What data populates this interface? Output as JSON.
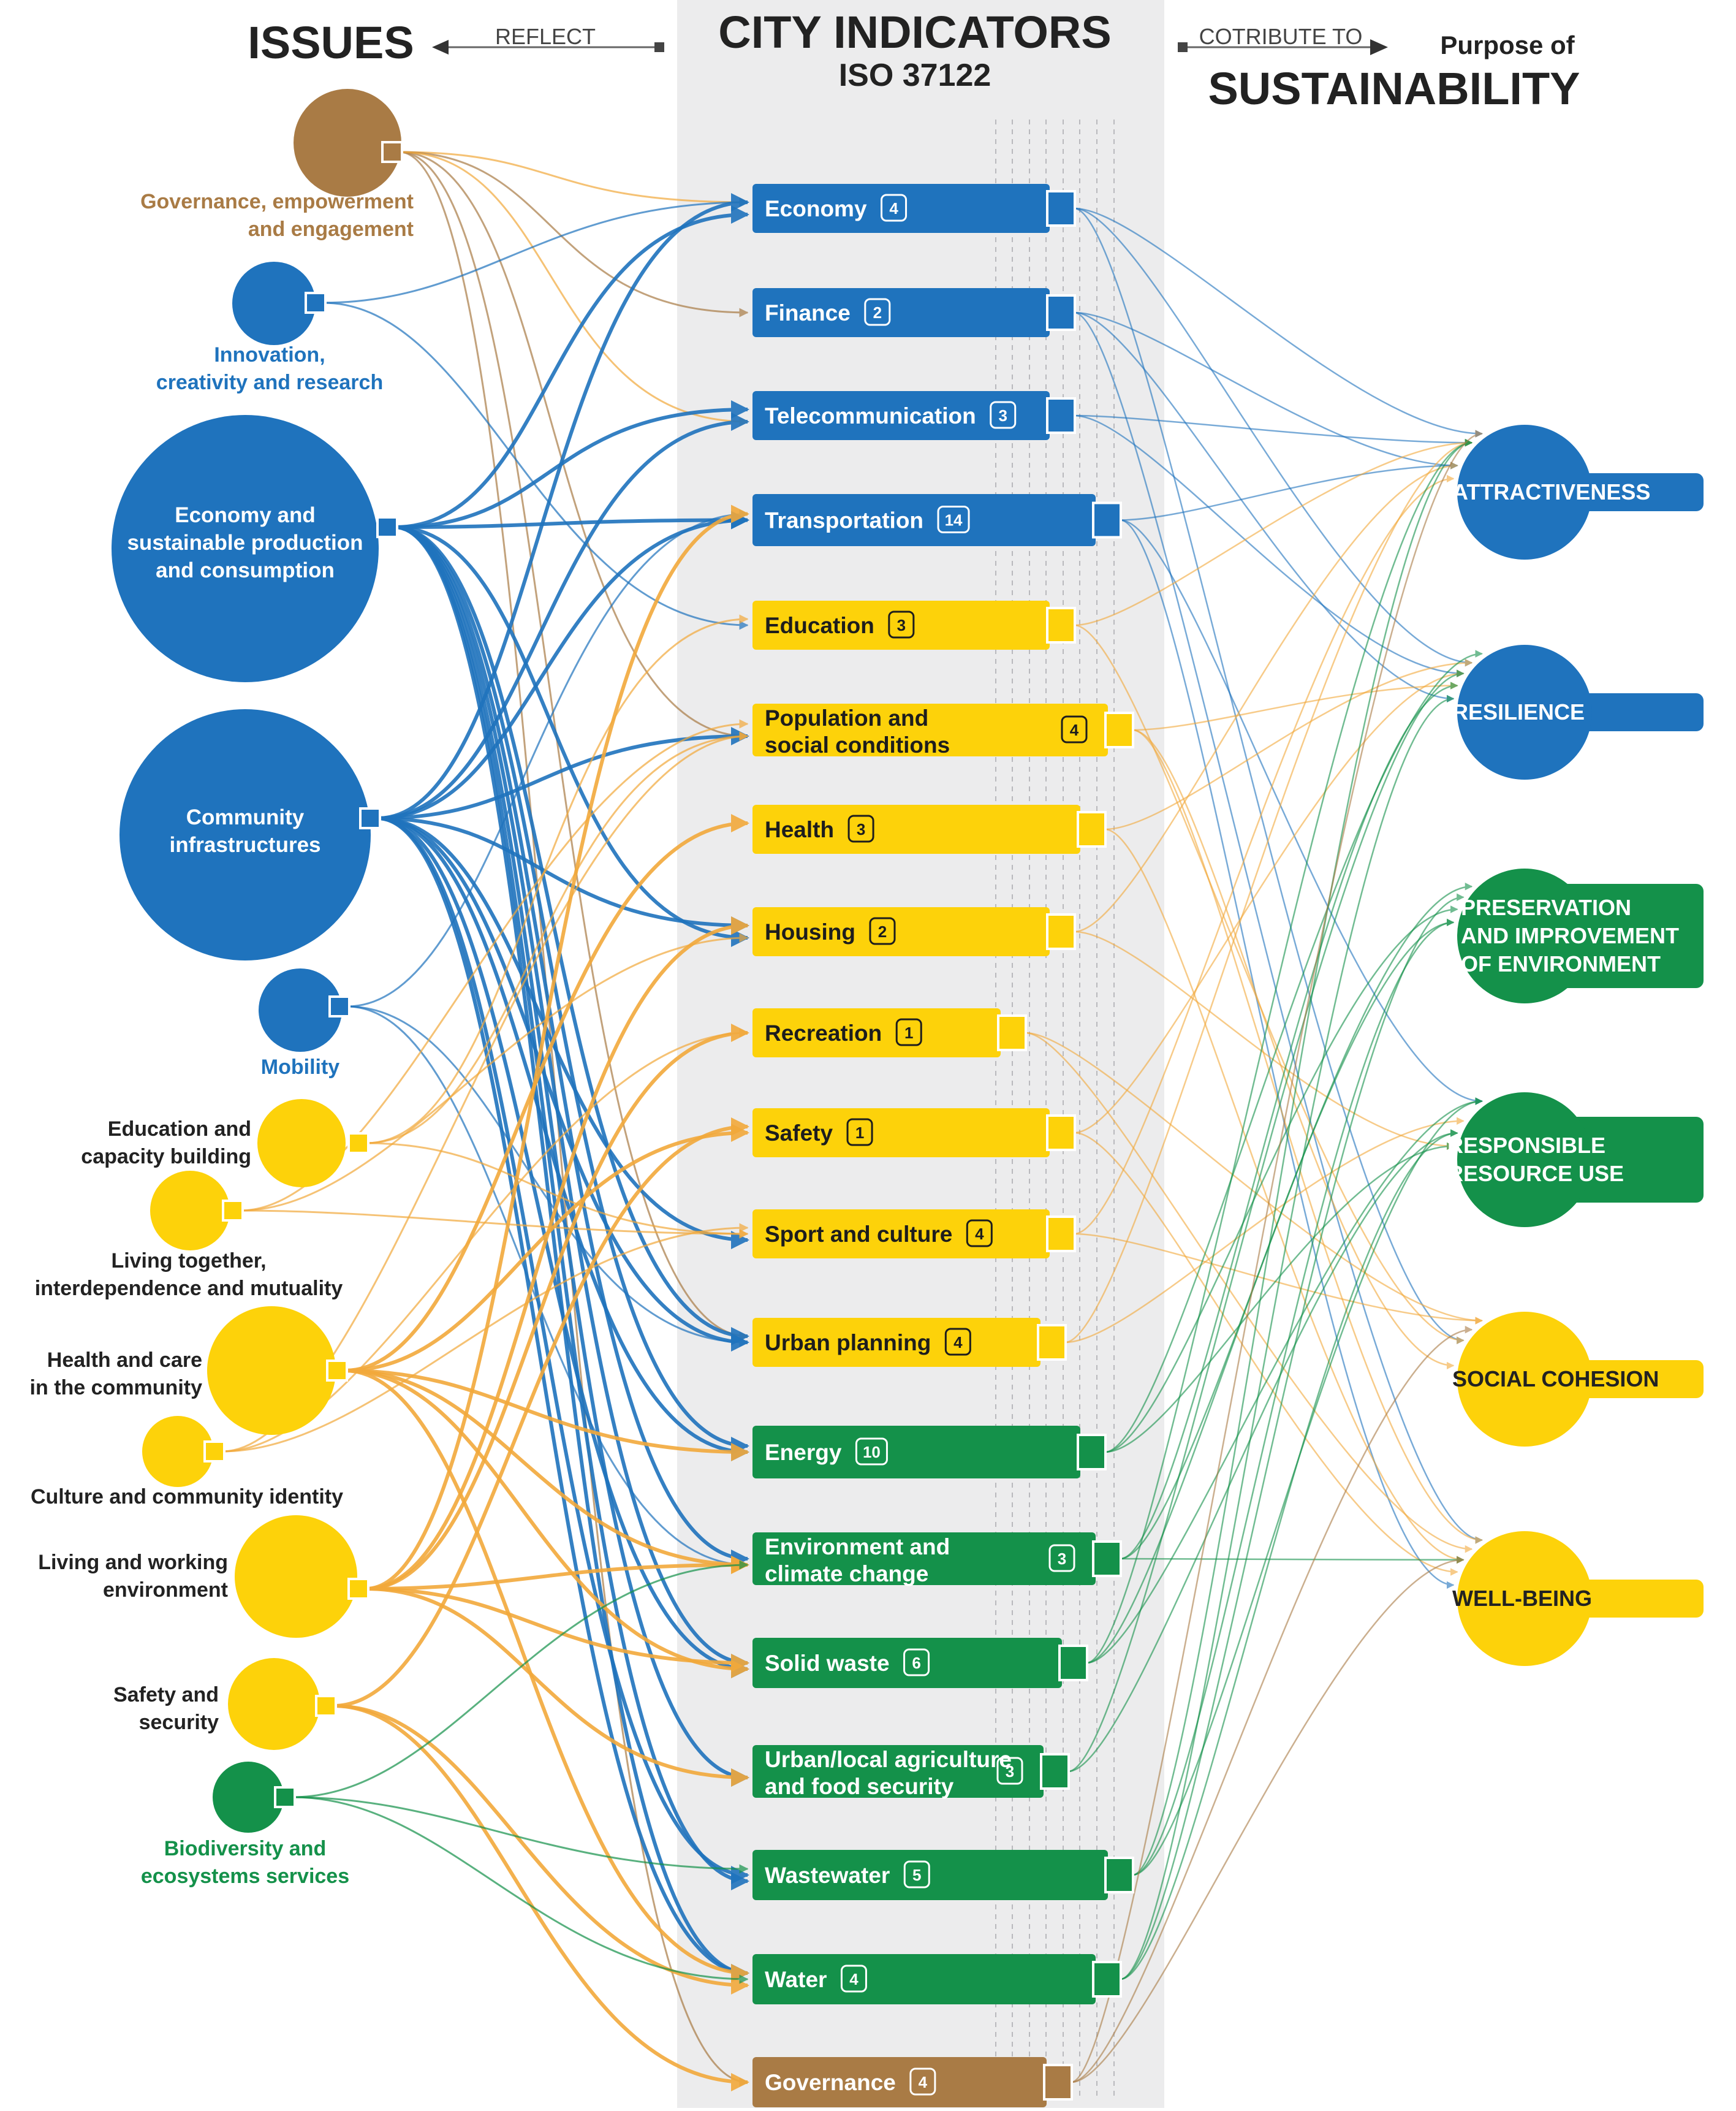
{
  "header": {
    "issues_title": "ISSUES",
    "reflect_label": "REFLECT",
    "center_title": "CITY INDICATORS",
    "center_subtitle": "ISO 37122",
    "contribute_label": "COTRIBUTE TO",
    "purpose_line1": "Purpose of",
    "purpose_line2": "SUSTAINABILITY"
  },
  "colors": {
    "blue": "#1f73bd",
    "yellow": "#fdd20a",
    "green": "#14914a",
    "brown": "#a97b45",
    "orange": "#f2a93b",
    "band": "#ececed",
    "text": "#222222"
  },
  "issues": [
    {
      "id": "governance",
      "label": [
        "Governance, empowerment",
        "and engagement"
      ],
      "color": "brown",
      "label_color": "brown"
    },
    {
      "id": "innovation",
      "label": [
        "Innovation,",
        "creativity and research"
      ],
      "color": "blue",
      "label_color": "blue"
    },
    {
      "id": "economy",
      "label": [
        "Economy and",
        "sustainable production",
        "and consumption"
      ],
      "color": "blue",
      "label_color": "white"
    },
    {
      "id": "community",
      "label": [
        "Community",
        "infrastructures"
      ],
      "color": "blue",
      "label_color": "white"
    },
    {
      "id": "mobility",
      "label": [
        "Mobility"
      ],
      "color": "blue",
      "label_color": "blue"
    },
    {
      "id": "education",
      "label": [
        "Education and",
        "capacity building"
      ],
      "color": "yellow",
      "label_color": "text"
    },
    {
      "id": "living-together",
      "label": [
        "Living together,",
        "interdependence and mutuality"
      ],
      "color": "yellow",
      "label_color": "text"
    },
    {
      "id": "health",
      "label": [
        "Health and care",
        "in the community"
      ],
      "color": "yellow",
      "label_color": "text"
    },
    {
      "id": "culture",
      "label": [
        "Culture and community identity"
      ],
      "color": "yellow",
      "label_color": "text"
    },
    {
      "id": "living-working",
      "label": [
        "Living and working",
        "environment"
      ],
      "color": "yellow",
      "label_color": "text"
    },
    {
      "id": "safety",
      "label": [
        "Safety and",
        "security"
      ],
      "color": "yellow",
      "label_color": "text"
    },
    {
      "id": "biodiversity",
      "label": [
        "Biodiversity and",
        "ecosystems services"
      ],
      "color": "green",
      "label_color": "green"
    }
  ],
  "indicators": [
    {
      "id": "economy",
      "label": [
        "Economy"
      ],
      "count": "4",
      "color": "blue"
    },
    {
      "id": "finance",
      "label": [
        "Finance"
      ],
      "count": "2",
      "color": "blue"
    },
    {
      "id": "telecom",
      "label": [
        "Telecommunication"
      ],
      "count": "3",
      "color": "blue"
    },
    {
      "id": "transport",
      "label": [
        "Transportation"
      ],
      "count": "14",
      "color": "blue"
    },
    {
      "id": "education",
      "label": [
        "Education"
      ],
      "count": "3",
      "color": "yellow"
    },
    {
      "id": "population",
      "label": [
        "Population and",
        "social conditions"
      ],
      "count": "4",
      "color": "yellow"
    },
    {
      "id": "health",
      "label": [
        "Health"
      ],
      "count": "3",
      "color": "yellow"
    },
    {
      "id": "housing",
      "label": [
        "Housing"
      ],
      "count": "2",
      "color": "yellow"
    },
    {
      "id": "recreation",
      "label": [
        "Recreation"
      ],
      "count": "1",
      "color": "yellow"
    },
    {
      "id": "safety",
      "label": [
        "Safety"
      ],
      "count": "1",
      "color": "yellow"
    },
    {
      "id": "sport",
      "label": [
        "Sport and culture"
      ],
      "count": "4",
      "color": "yellow"
    },
    {
      "id": "urban-planning",
      "label": [
        "Urban planning"
      ],
      "count": "4",
      "color": "yellow"
    },
    {
      "id": "energy",
      "label": [
        "Energy"
      ],
      "count": "10",
      "color": "green"
    },
    {
      "id": "environment",
      "label": [
        "Environment and",
        "climate change"
      ],
      "count": "3",
      "color": "green"
    },
    {
      "id": "solid-waste",
      "label": [
        "Solid waste"
      ],
      "count": "6",
      "color": "green"
    },
    {
      "id": "agriculture",
      "label": [
        "Urban/local agriculture",
        "and food security"
      ],
      "count": "3",
      "color": "green"
    },
    {
      "id": "wastewater",
      "label": [
        "Wastewater"
      ],
      "count": "5",
      "color": "green"
    },
    {
      "id": "water",
      "label": [
        "Water"
      ],
      "count": "4",
      "color": "green"
    },
    {
      "id": "governance",
      "label": [
        "Governance"
      ],
      "count": "4",
      "color": "brown"
    }
  ],
  "purposes": [
    {
      "id": "attractiveness",
      "label": [
        "ATTRACTIVENESS"
      ],
      "color": "blue",
      "text_color": "white"
    },
    {
      "id": "resilience",
      "label": [
        "RESILIENCE"
      ],
      "color": "blue",
      "text_color": "white"
    },
    {
      "id": "preservation",
      "label": [
        "PRESERVATION",
        "AND IMPROVEMENT",
        "OF ENVIRONMENT"
      ],
      "color": "green",
      "text_color": "white"
    },
    {
      "id": "responsible",
      "label": [
        "RESPONSIBLE",
        "RESOURCE USE"
      ],
      "color": "green",
      "text_color": "white"
    },
    {
      "id": "social-cohesion",
      "label": [
        "SOCIAL COHESION"
      ],
      "color": "yellow",
      "text_color": "text"
    },
    {
      "id": "well-being",
      "label": [
        "WELL-BEING"
      ],
      "color": "yellow",
      "text_color": "text"
    }
  ],
  "issue_links": [
    [
      "governance",
      "economy",
      "orange"
    ],
    [
      "governance",
      "finance",
      "brown"
    ],
    [
      "governance",
      "population",
      "brown"
    ],
    [
      "governance",
      "urban-planning",
      "brown"
    ],
    [
      "governance",
      "governance",
      "brown"
    ],
    [
      "governance",
      "telecom",
      "orange"
    ],
    [
      "innovation",
      "economy",
      "blue"
    ],
    [
      "innovation",
      "education",
      "blue"
    ],
    [
      "economy",
      "economy",
      "blue"
    ],
    [
      "economy",
      "telecom",
      "blue"
    ],
    [
      "economy",
      "transport",
      "blue"
    ],
    [
      "economy",
      "housing",
      "blue"
    ],
    [
      "economy",
      "energy",
      "blue"
    ],
    [
      "economy",
      "solid-waste",
      "blue"
    ],
    [
      "economy",
      "wastewater",
      "blue"
    ],
    [
      "economy",
      "water",
      "blue"
    ],
    [
      "economy",
      "environment",
      "blue"
    ],
    [
      "economy",
      "agriculture",
      "blue"
    ],
    [
      "economy",
      "urban-planning",
      "blue"
    ],
    [
      "community",
      "transport",
      "blue"
    ],
    [
      "community",
      "population",
      "blue"
    ],
    [
      "community",
      "housing",
      "blue"
    ],
    [
      "community",
      "energy",
      "blue"
    ],
    [
      "community",
      "solid-waste",
      "blue"
    ],
    [
      "community",
      "water",
      "blue"
    ],
    [
      "community",
      "wastewater",
      "blue"
    ],
    [
      "community",
      "telecom",
      "blue"
    ],
    [
      "community",
      "economy",
      "blue"
    ],
    [
      "community",
      "urban-planning",
      "blue"
    ],
    [
      "community",
      "sport",
      "blue"
    ],
    [
      "mobility",
      "transport",
      "blue"
    ],
    [
      "mobility",
      "urban-planning",
      "blue"
    ],
    [
      "mobility",
      "environment",
      "blue"
    ],
    [
      "education",
      "education",
      "orange"
    ],
    [
      "education",
      "sport",
      "orange"
    ],
    [
      "education",
      "population",
      "orange"
    ],
    [
      "living-together",
      "population",
      "orange"
    ],
    [
      "living-together",
      "sport",
      "orange"
    ],
    [
      "living-together",
      "housing",
      "orange"
    ],
    [
      "health",
      "health",
      "orange"
    ],
    [
      "health",
      "safety",
      "orange"
    ],
    [
      "health",
      "environment",
      "orange"
    ],
    [
      "health",
      "water",
      "orange"
    ],
    [
      "health",
      "energy",
      "orange"
    ],
    [
      "health",
      "solid-waste",
      "orange"
    ],
    [
      "culture",
      "sport",
      "orange"
    ],
    [
      "culture",
      "recreation",
      "orange"
    ],
    [
      "culture",
      "population",
      "orange"
    ],
    [
      "living-working",
      "housing",
      "orange"
    ],
    [
      "living-working",
      "recreation",
      "orange"
    ],
    [
      "living-working",
      "environment",
      "orange"
    ],
    [
      "living-working",
      "transport",
      "orange"
    ],
    [
      "living-working",
      "solid-waste",
      "orange"
    ],
    [
      "living-working",
      "agriculture",
      "orange"
    ],
    [
      "safety",
      "safety",
      "orange"
    ],
    [
      "safety",
      "governance",
      "orange"
    ],
    [
      "safety",
      "water",
      "orange"
    ],
    [
      "biodiversity",
      "wastewater",
      "green"
    ],
    [
      "biodiversity",
      "water",
      "green"
    ],
    [
      "biodiversity",
      "environment",
      "green"
    ]
  ],
  "purpose_links": [
    [
      "economy",
      "attractiveness",
      "blue"
    ],
    [
      "economy",
      "resilience",
      "blue"
    ],
    [
      "economy",
      "social-cohesion",
      "blue"
    ],
    [
      "finance",
      "attractiveness",
      "blue"
    ],
    [
      "finance",
      "resilience",
      "blue"
    ],
    [
      "finance",
      "well-being",
      "blue"
    ],
    [
      "telecom",
      "attractiveness",
      "blue"
    ],
    [
      "telecom",
      "resilience",
      "blue"
    ],
    [
      "transport",
      "attractiveness",
      "blue"
    ],
    [
      "transport",
      "well-being",
      "blue"
    ],
    [
      "transport",
      "responsible",
      "blue"
    ],
    [
      "education",
      "attractiveness",
      "orange"
    ],
    [
      "education",
      "social-cohesion",
      "orange"
    ],
    [
      "population",
      "resilience",
      "orange"
    ],
    [
      "population",
      "social-cohesion",
      "orange"
    ],
    [
      "population",
      "well-being",
      "orange"
    ],
    [
      "health",
      "resilience",
      "orange"
    ],
    [
      "health",
      "well-being",
      "orange"
    ],
    [
      "housing",
      "attractiveness",
      "orange"
    ],
    [
      "housing",
      "responsible",
      "orange"
    ],
    [
      "recreation",
      "social-cohesion",
      "orange"
    ],
    [
      "recreation",
      "well-being",
      "orange"
    ],
    [
      "safety",
      "resilience",
      "orange"
    ],
    [
      "safety",
      "well-being",
      "orange"
    ],
    [
      "sport",
      "attractiveness",
      "orange"
    ],
    [
      "sport",
      "social-cohesion",
      "orange"
    ],
    [
      "urban-planning",
      "attractiveness",
      "orange"
    ],
    [
      "urban-planning",
      "responsible",
      "orange"
    ],
    [
      "energy",
      "preservation",
      "green"
    ],
    [
      "energy",
      "responsible",
      "green"
    ],
    [
      "energy",
      "resilience",
      "green"
    ],
    [
      "environment",
      "preservation",
      "green"
    ],
    [
      "environment",
      "well-being",
      "green"
    ],
    [
      "environment",
      "resilience",
      "green"
    ],
    [
      "solid-waste",
      "preservation",
      "green"
    ],
    [
      "solid-waste",
      "responsible",
      "green"
    ],
    [
      "solid-waste",
      "attractiveness",
      "green"
    ],
    [
      "agriculture",
      "resilience",
      "green"
    ],
    [
      "agriculture",
      "responsible",
      "green"
    ],
    [
      "wastewater",
      "preservation",
      "green"
    ],
    [
      "wastewater",
      "responsible",
      "green"
    ],
    [
      "wastewater",
      "attractiveness",
      "green"
    ],
    [
      "water",
      "preservation",
      "green"
    ],
    [
      "water",
      "responsible",
      "green"
    ],
    [
      "water",
      "resilience",
      "green"
    ],
    [
      "governance",
      "attractiveness",
      "brown"
    ],
    [
      "governance",
      "social-cohesion",
      "brown"
    ],
    [
      "governance",
      "well-being",
      "brown"
    ]
  ]
}
